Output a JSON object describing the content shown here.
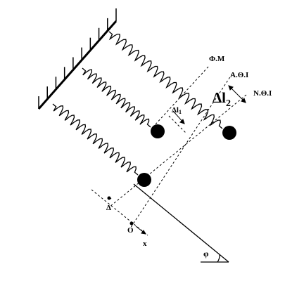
{
  "labels": {
    "phi_m": "Φ.Μ",
    "a_theta_i": "Α.Θ.Ι",
    "n_theta_i": "Ν.Θ.Ι",
    "delta_l2_main": "Δl",
    "delta_l2_sub": "2",
    "delta_l1_main": "Δl",
    "delta_l1_sub": "1",
    "delta": "Δ",
    "origin": "Ο",
    "x_axis": "x",
    "angle": "φ"
  },
  "colors": {
    "ink": "#000000",
    "background": "#ffffff"
  }
}
